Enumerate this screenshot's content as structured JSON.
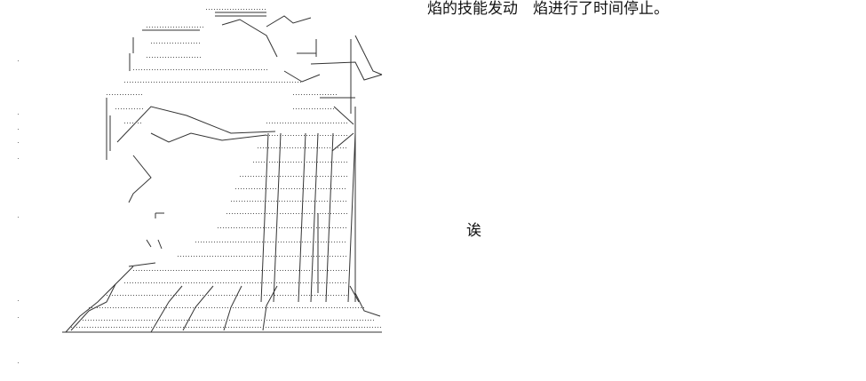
{
  "captions": {
    "top": "焰的技能发动　焰进行了时间停止。",
    "middle": "诶"
  },
  "art": {
    "subject": "ascii-art-character-figure",
    "ink_color": "#333333"
  }
}
